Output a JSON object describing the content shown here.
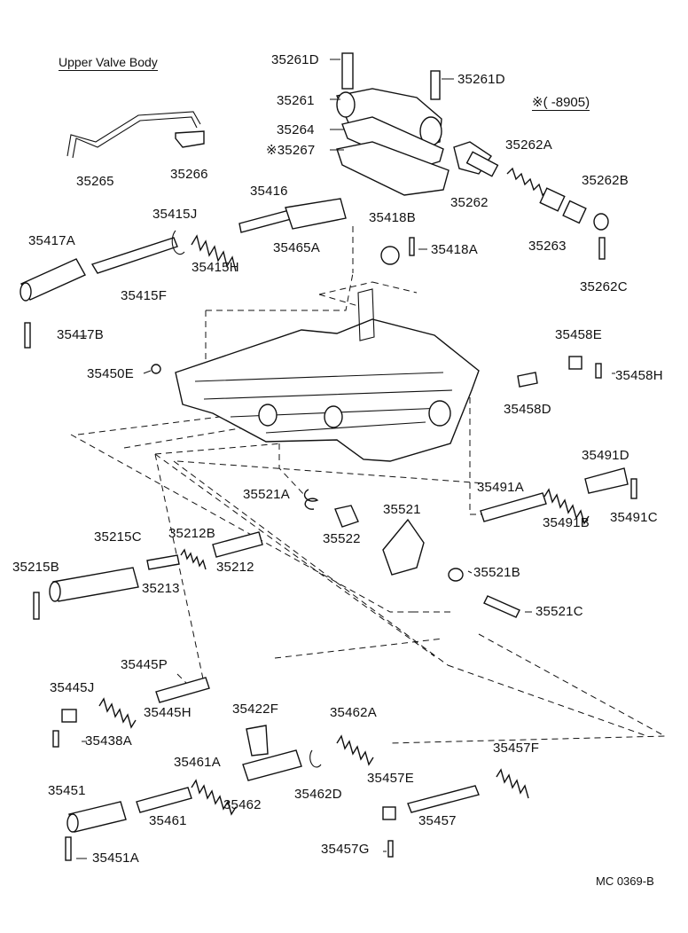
{
  "title": "Upper Valve Body",
  "note": "※(       -8905)",
  "drawing_code": "MC 0369-B",
  "labels": {
    "p35261D_a": "35261D",
    "p35261D_b": "35261D",
    "p35261": "35261",
    "p35264": "35264",
    "p35267": "※35267",
    "p35262A": "35262A",
    "p35262B": "35262B",
    "p35262": "35262",
    "p35263": "35263",
    "p35262C": "35262C",
    "p35265": "35265",
    "p35266": "35266",
    "p35416": "35416",
    "p35415J": "35415J",
    "p35417A": "35417A",
    "p35415H": "35415H",
    "p35465A": "35465A",
    "p35418B": "35418B",
    "p35418A": "35418A",
    "p35415F": "35415F",
    "p35417B": "35417B",
    "p35458E": "35458E",
    "p35450E": "35450E",
    "p35458H": "35458H",
    "p35458D": "35458D",
    "p35491D": "35491D",
    "p35491A": "35491A",
    "p35521A": "35521A",
    "p35521": "35521",
    "p35491B": "35491B",
    "p35491C": "35491C",
    "p35522": "35522",
    "p35215C": "35215C",
    "p35212B": "35212B",
    "p35215B": "35215B",
    "p35212": "35212",
    "p35213": "35213",
    "p35521B": "35521B",
    "p35521C": "35521C",
    "p35445P": "35445P",
    "p35445J": "35445J",
    "p35445H": "35445H",
    "p35438A": "35438A",
    "p35422F": "35422F",
    "p35462A": "35462A",
    "p35461A": "35461A",
    "p35457F": "35457F",
    "p35451": "35451",
    "p35462": "35462",
    "p35462D": "35462D",
    "p35457E": "35457E",
    "p35461": "35461",
    "p35457": "35457",
    "p35457G": "35457G",
    "p35451A": "35451A"
  }
}
